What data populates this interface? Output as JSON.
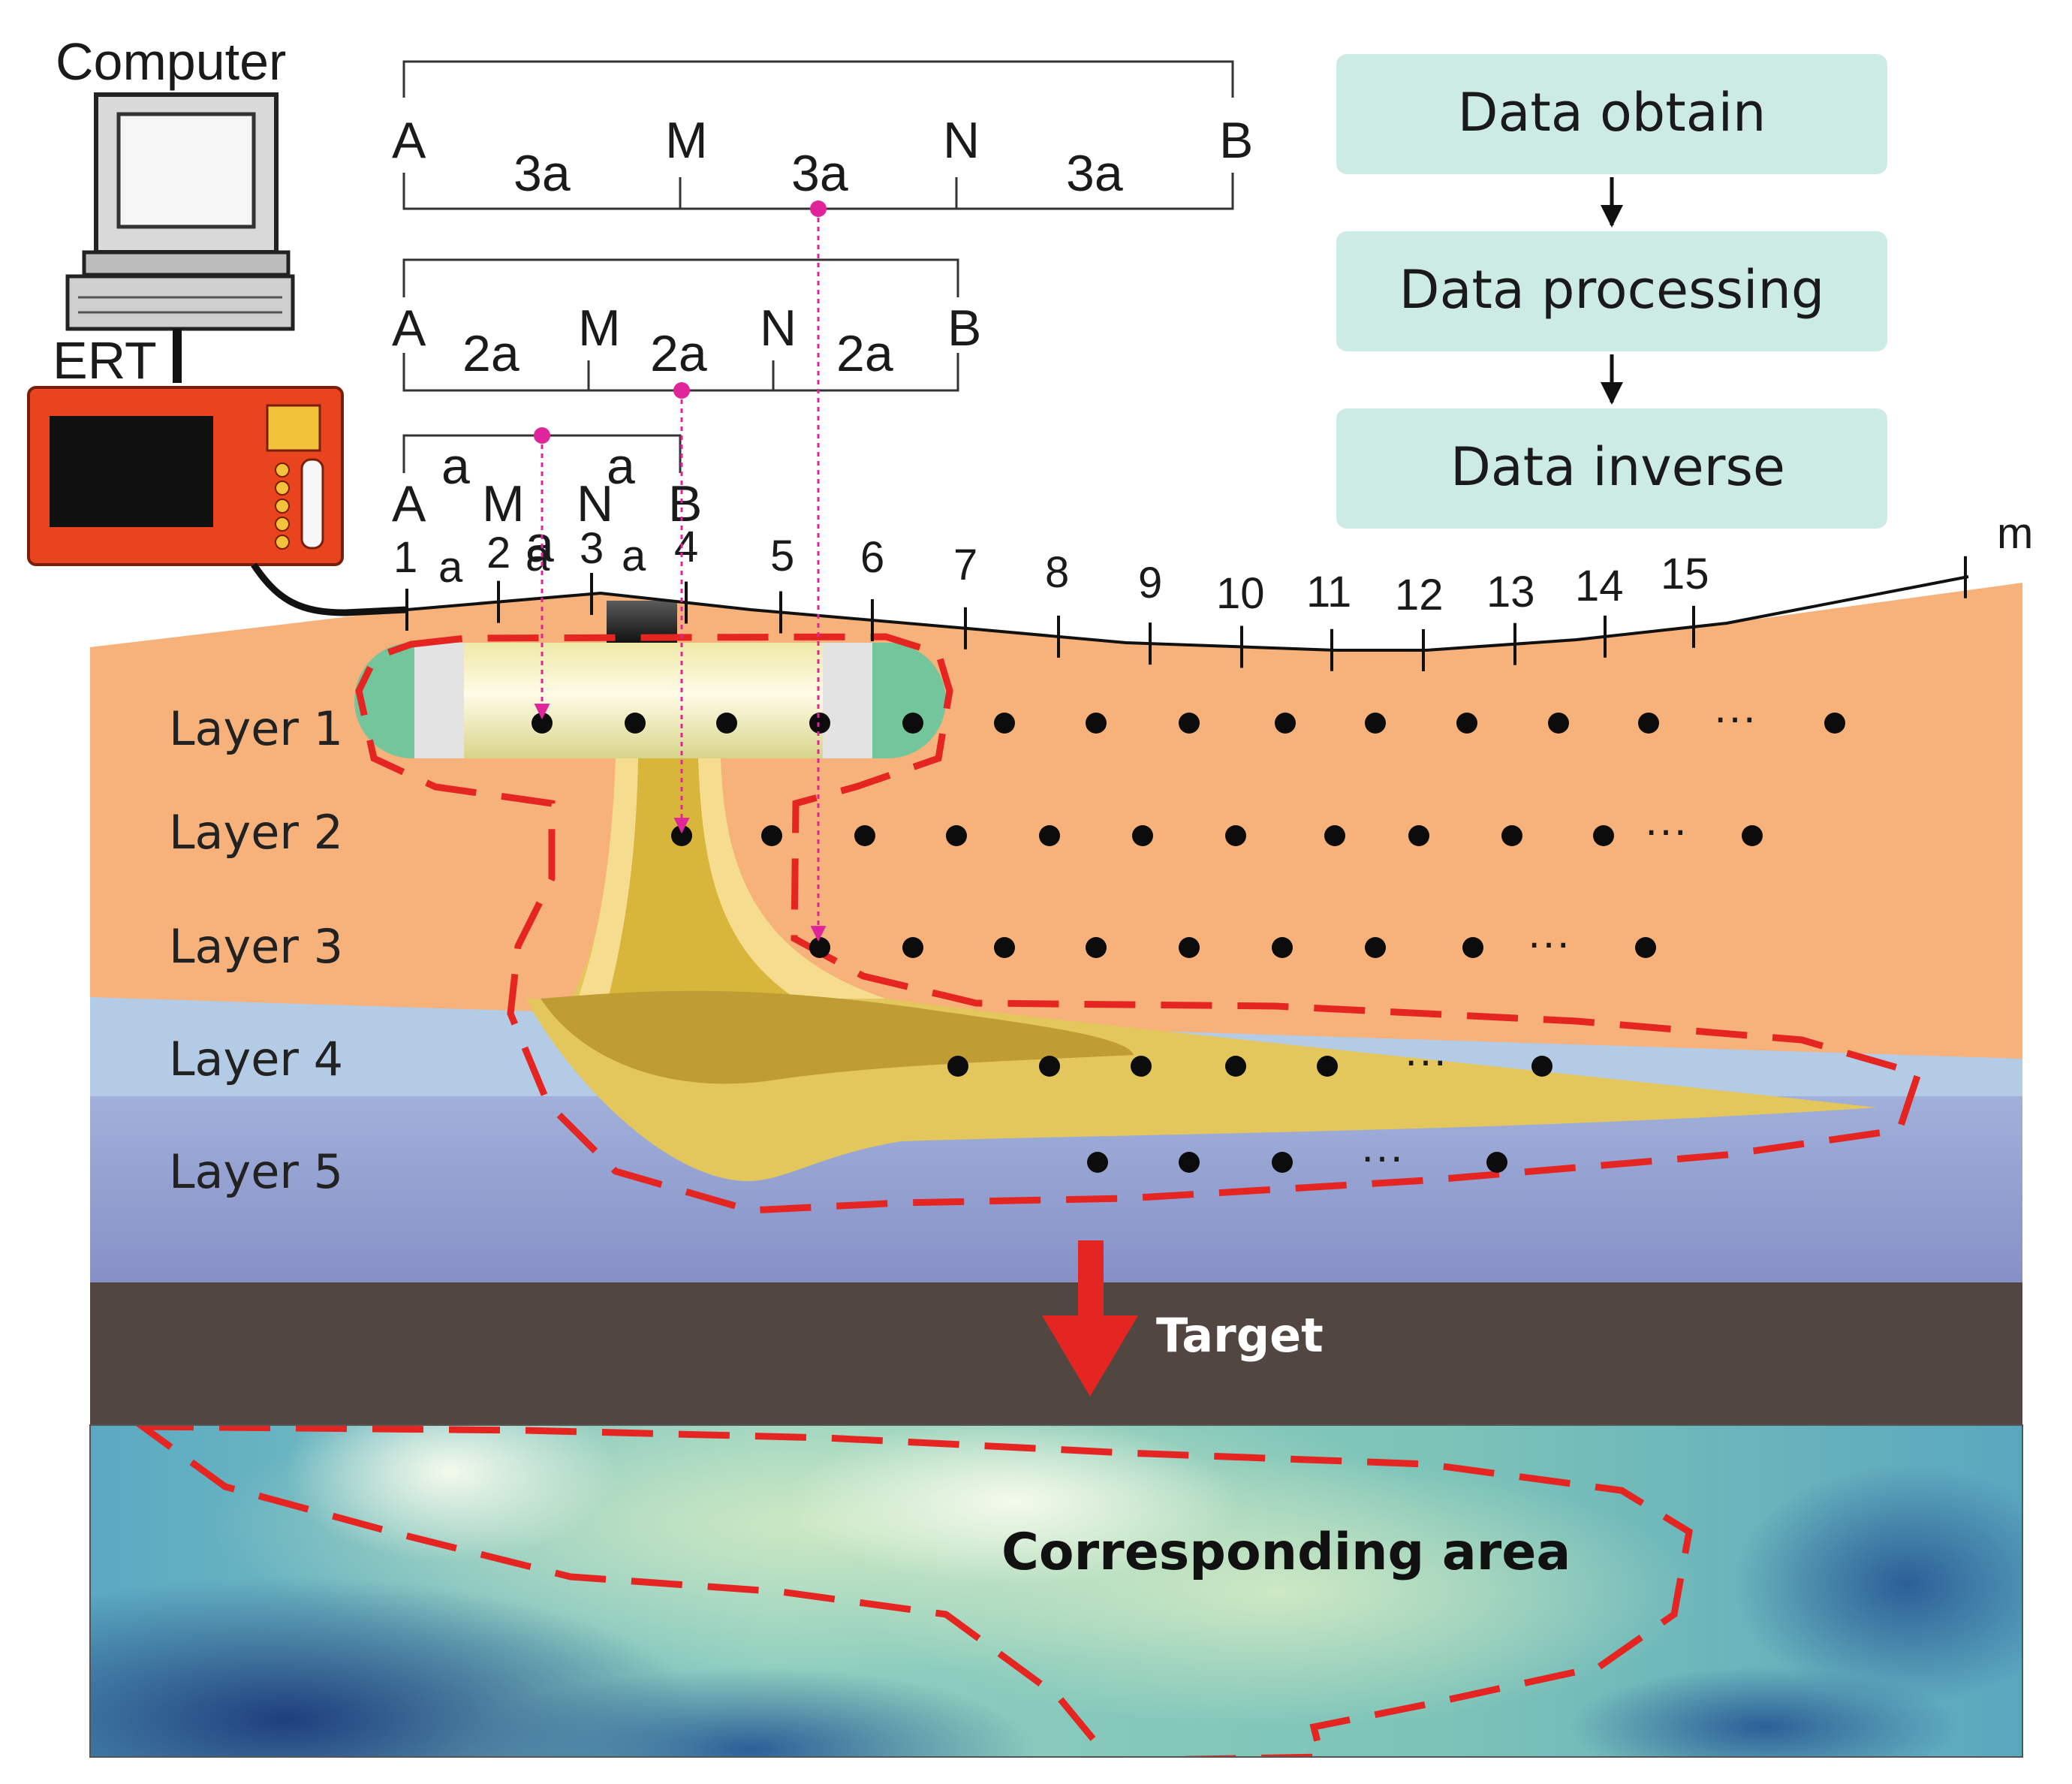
{
  "equipment": {
    "computer_label": "Computer",
    "ert_label": "ERT"
  },
  "arrays": [
    {
      "electrodes": [
        "A",
        "M",
        "N",
        "B"
      ],
      "spacings": [
        "3a",
        "3a",
        "3a"
      ]
    },
    {
      "electrodes": [
        "A",
        "M",
        "N",
        "B"
      ],
      "spacings": [
        "2a",
        "2a",
        "2a"
      ]
    },
    {
      "electrodes": [
        "A",
        "M",
        "N",
        "B"
      ],
      "spacings": [
        "a",
        "a",
        "a"
      ]
    }
  ],
  "profile": {
    "electrode_numbers": [
      "1",
      "2",
      "3",
      "4",
      "5",
      "6",
      "7",
      "8",
      "9",
      "10",
      "11",
      "12",
      "13",
      "14",
      "15"
    ],
    "spacing_labels": [
      "a",
      "a",
      "a"
    ],
    "unit": "m"
  },
  "flow": {
    "steps": [
      "Data obtain",
      "Data processing",
      "Data inverse"
    ],
    "box_color": "#cdebe5"
  },
  "layers": [
    "Layer 1",
    "Layer 2",
    "Layer 3",
    "Layer 4",
    "Layer 5"
  ],
  "ellipsis": "···",
  "target_label": "Target",
  "result_label": "Corresponding area",
  "colors": {
    "soil": "#f6b27a",
    "layer4": "#b3cbe4",
    "layer5_top": "#98a8d4",
    "layer5_bottom": "#8a94c8",
    "bedrock": "#524640",
    "plume": "#e2c35a",
    "plume_core": "#c9a93a",
    "boundary": "#e52521",
    "marker": "#e0259a",
    "ert_body": "#e8451e"
  }
}
